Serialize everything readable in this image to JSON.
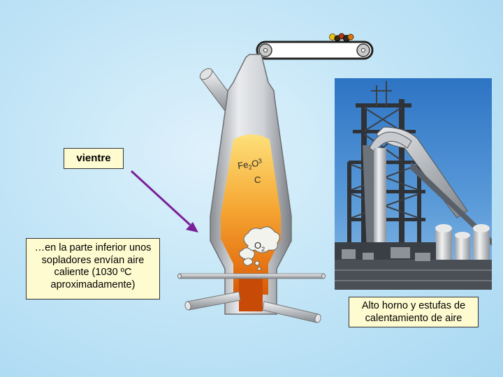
{
  "labels": {
    "vientre": "vientre",
    "description": "…en la parte inferior unos sopladores envían aire caliente (1030 ºC aproximadamente)",
    "photo_caption": "Alto horno y estufas de calentamiento de aire"
  },
  "chem": {
    "fe": "Fe",
    "sub2": "2",
    "o": "O",
    "sub3": "3",
    "carbon": "C",
    "o2_o": "O",
    "o2_sub": "2"
  },
  "colors": {
    "arrow": "#7a1f9a",
    "molten": "#c74a06",
    "charge": "#f5a623",
    "label_bg": "#fffbd0"
  },
  "icons": [
    "conveyor-belt-icon",
    "ore-lumps-icon",
    "air-bubble-icon"
  ]
}
